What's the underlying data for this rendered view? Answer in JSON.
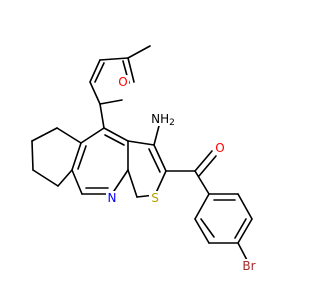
{
  "structure": {
    "atoms": [
      {
        "label": "NH",
        "subscript": "2",
        "color": "#000000"
      },
      {
        "label": "O",
        "subscript": "",
        "color": "#ff0000"
      },
      {
        "label": "O",
        "subscript": "",
        "color": "#ff0000"
      },
      {
        "label": "N",
        "subscript": "",
        "color": "#0000ff"
      },
      {
        "label": "S",
        "subscript": "",
        "color": "#b8a000"
      },
      {
        "label": "Br",
        "subscript": "",
        "color": "#a52a2a"
      }
    ]
  }
}
